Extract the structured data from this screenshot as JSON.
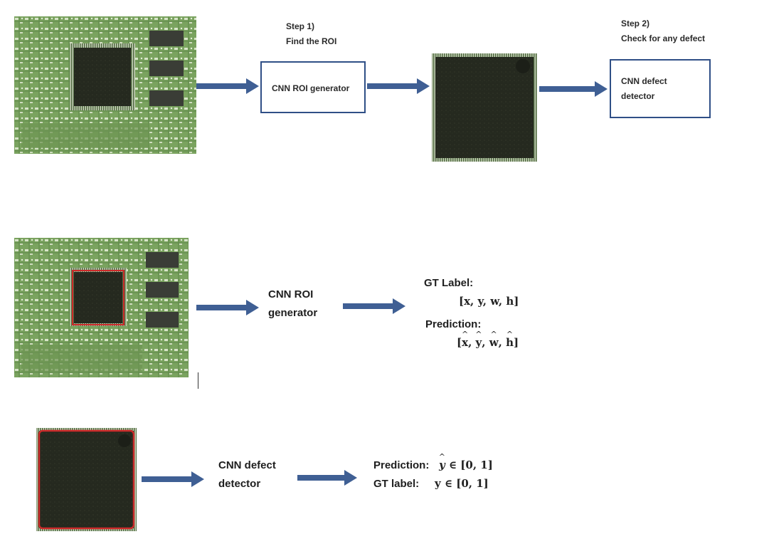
{
  "row1": {
    "step1_title": "Step 1)",
    "step1_sub": "Find the ROI",
    "roi_box": "CNN ROI generator",
    "step2_title": "Step 2)",
    "step2_sub": "Check for any defect",
    "defect_box_line1": "CNN defect",
    "defect_box_line2": "detector"
  },
  "row2": {
    "roi_line1": "CNN ROI",
    "roi_line2": "generator",
    "gt_title": "GT Label:",
    "gt_expr": "[x, y, w, h]",
    "pred_title": "Prediction:",
    "pred_open": "[",
    "pred_x": "x",
    "pred_y": "y",
    "pred_w": "w",
    "pred_h": "h",
    "pred_close": "]"
  },
  "row3": {
    "defect_line1": "CNN defect",
    "defect_line2": "detector",
    "pred_label": "Prediction:",
    "pred_var": "y",
    "pred_rest": "∈ [0, 1]",
    "gt_label": "GT label:",
    "gt_expr": "y ∈ [0, 1]"
  },
  "colors": {
    "arrow": "#3f5f94",
    "box_border": "#2f4f86",
    "pcb": "#6f9b55",
    "chip": "#262a22",
    "roi_outline": "#cc2a2a"
  },
  "icons": [
    "pcb-board-image",
    "chip-image",
    "pcb-board-roi-image",
    "chip-roi-image",
    "arrow-icon"
  ]
}
